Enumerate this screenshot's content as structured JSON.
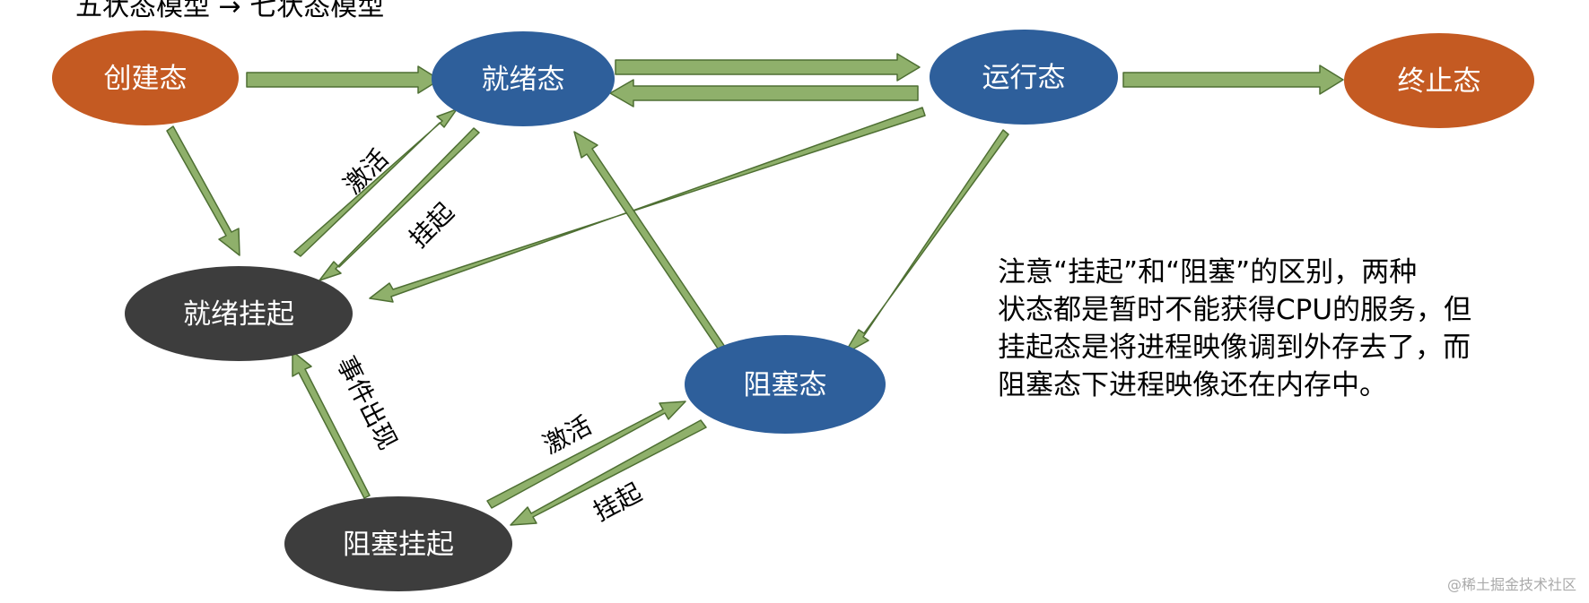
{
  "title": "五状态模型 → 七状态模型",
  "colors": {
    "accent": "#c45a22",
    "primary": "#2e5f9b",
    "suspended": "#3d3d3d",
    "arrow_fill": "#8fb06b",
    "arrow_stroke": "#4e6f33"
  },
  "states": {
    "create": {
      "label": "创建态"
    },
    "ready": {
      "label": "就绪态"
    },
    "running": {
      "label": "运行态"
    },
    "terminated": {
      "label": "终止态"
    },
    "ready_suspended": {
      "label": "就绪挂起"
    },
    "blocked": {
      "label": "阻塞态"
    },
    "blocked_suspended": {
      "label": "阻塞挂起"
    }
  },
  "transitions": [
    {
      "from": "create",
      "to": "ready"
    },
    {
      "from": "ready",
      "to": "running"
    },
    {
      "from": "running",
      "to": "ready"
    },
    {
      "from": "running",
      "to": "terminated"
    },
    {
      "from": "create",
      "to": "ready_suspended"
    },
    {
      "from": "ready_suspended",
      "to": "ready",
      "label": "激活"
    },
    {
      "from": "ready",
      "to": "ready_suspended",
      "label": "挂起"
    },
    {
      "from": "running",
      "to": "ready_suspended"
    },
    {
      "from": "running",
      "to": "blocked"
    },
    {
      "from": "blocked",
      "to": "ready"
    },
    {
      "from": "blocked_suspended",
      "to": "ready_suspended",
      "label": "事件出现"
    },
    {
      "from": "blocked_suspended",
      "to": "blocked",
      "label": "激活"
    },
    {
      "from": "blocked",
      "to": "blocked_suspended",
      "label": "挂起"
    }
  ],
  "edge_labels": {
    "activate_top": "激活",
    "suspend_top": "挂起",
    "event_occurs": "事件出现",
    "activate_bottom": "激活",
    "suspend_bottom": "挂起"
  },
  "note": {
    "lines": [
      "注意“挂起”和“阻塞”的区别，两种",
      "状态都是暂时不能获得CPU的服务，但",
      "挂起态是将进程映像调到外存去了，而",
      "阻塞态下进程映像还在内存中。"
    ]
  },
  "watermark": "@稀土掘金技术社区"
}
